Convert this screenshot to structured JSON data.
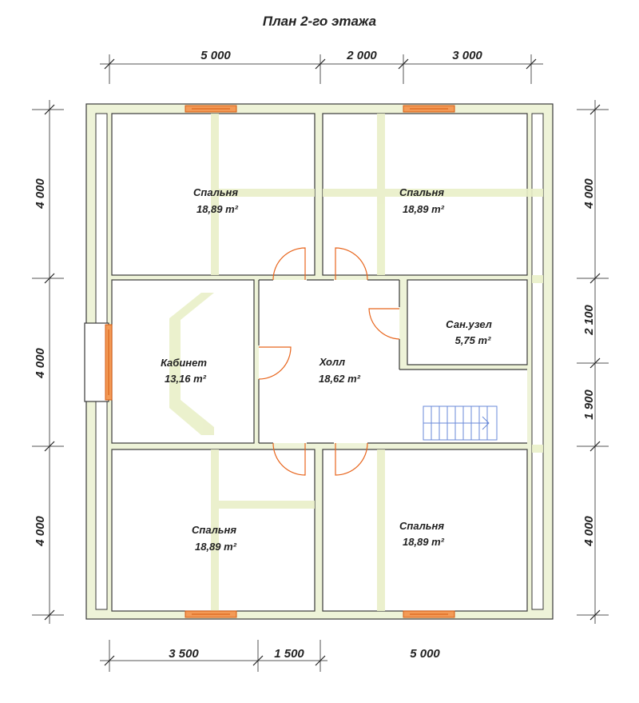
{
  "title": "План 2-го этажа",
  "dimensions": {
    "top": [
      "5 000",
      "2 000",
      "3 000"
    ],
    "bottom": [
      "3 500",
      "1 500",
      "5 000"
    ],
    "left": [
      "4 000",
      "4 000",
      "4 000"
    ],
    "right": [
      "4 000",
      "2 100",
      "1 900",
      "4 000"
    ]
  },
  "rooms": {
    "bedroom_tl": {
      "name": "Спальня",
      "area": "18,89 m²"
    },
    "bedroom_tr": {
      "name": "Спальня",
      "area": "18,89 m²"
    },
    "bathroom": {
      "name": "Сан.узел",
      "area": "5,75 m²"
    },
    "study": {
      "name": "Кабинет",
      "area": "13,16 m²"
    },
    "hall": {
      "name": "Холл",
      "area": "18,62 m²"
    },
    "bedroom_bl": {
      "name": "Спальня",
      "area": "18,89 m²"
    },
    "bedroom_br": {
      "name": "Спальня",
      "area": "18,89 m²"
    }
  }
}
